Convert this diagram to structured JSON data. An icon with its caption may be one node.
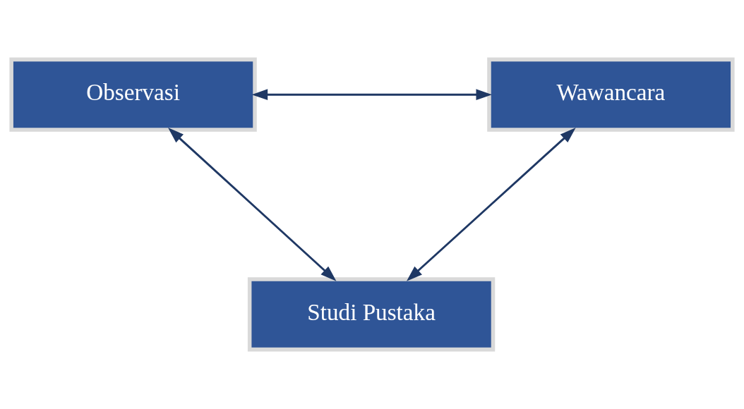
{
  "diagram": {
    "nodes": [
      {
        "text": [
          "Observasi"
        ]
      },
      {
        "text": [
          "Wawancara"
        ]
      },
      {
        "text": [
          "Studi Pustaka"
        ]
      }
    ],
    "edges": [
      {
        "from": 0,
        "to": 1,
        "arrow": "both"
      },
      {
        "from": 0,
        "to": 2,
        "arrow": "both"
      },
      {
        "from": 1,
        "to": 2,
        "arrow": "both"
      }
    ]
  }
}
